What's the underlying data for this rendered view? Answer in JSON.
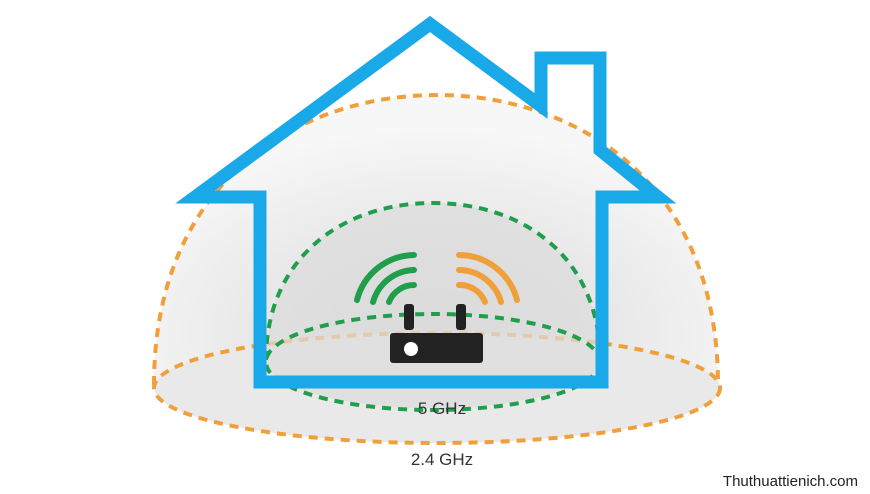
{
  "labels": {
    "band_5": "5 GHz",
    "band_24": "2.4 GHz"
  },
  "watermark": "Thuthuattienich.com",
  "colors": {
    "house": "#1aa9e8",
    "band_24": "#f0a03a",
    "band_5": "#1f9e4c",
    "router": "#222222",
    "fill": "#e6e6e6"
  }
}
